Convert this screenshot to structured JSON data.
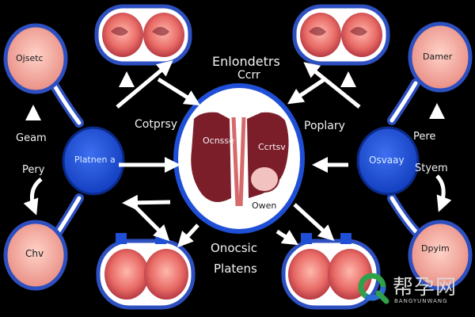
{
  "center": {
    "title_line1": "Enlondetrs",
    "title_line2": "Ccrr",
    "organ_left": "Ocnsse",
    "organ_right": "Ccrtsv",
    "organ_bottom": "Owen"
  },
  "left_hub": {
    "label": "Platnen a"
  },
  "right_hub": {
    "label": "Osvaay"
  },
  "corner_nodes": {
    "top_left": "Ojsetc",
    "top_right": "Damer",
    "bottom_left": "Chv",
    "bottom_right": "Dpyim"
  },
  "side_labels": {
    "left_upper": "Geam",
    "left_lower": "Pery",
    "right_upper": "Pere",
    "right_lower": "Styem"
  },
  "flow_labels": {
    "upper_left": "Cotprsy",
    "upper_right": "Poplary",
    "lower_center_1": "Onocsic",
    "lower_center_2": "Platens"
  },
  "watermark": {
    "text_cn": "帮孕网",
    "text_en": "BANGYUNWANG"
  },
  "colors": {
    "background": "#000000",
    "hub_blue": "#1f4fd6",
    "node_fill": "#f0a49a",
    "node_ring": "#2d4fbf",
    "arrow": "#ffffff",
    "organ": "#7b1e2a"
  }
}
